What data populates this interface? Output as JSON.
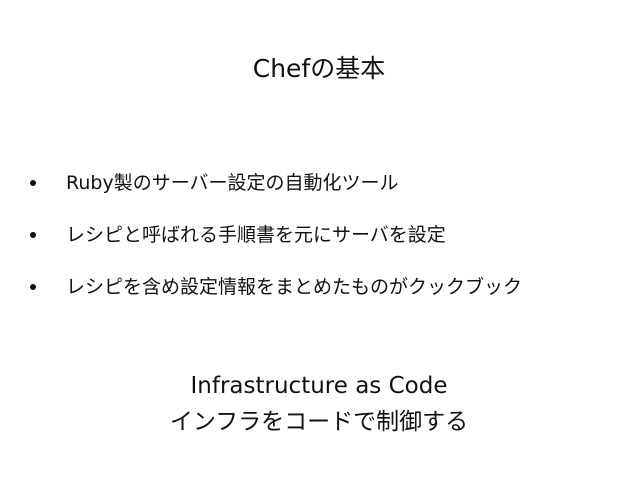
{
  "slide": {
    "title": "Chefの基本",
    "bullets": [
      "Ruby製のサーバー設定の自動化ツール",
      "レシピと呼ばれる手順書を元にサーバを設定",
      "レシピを含め設定情報をまとめたものがクックブック"
    ],
    "footer_line1": "Infrastructure as Code",
    "footer_line2": "インフラをコードで制御する"
  }
}
